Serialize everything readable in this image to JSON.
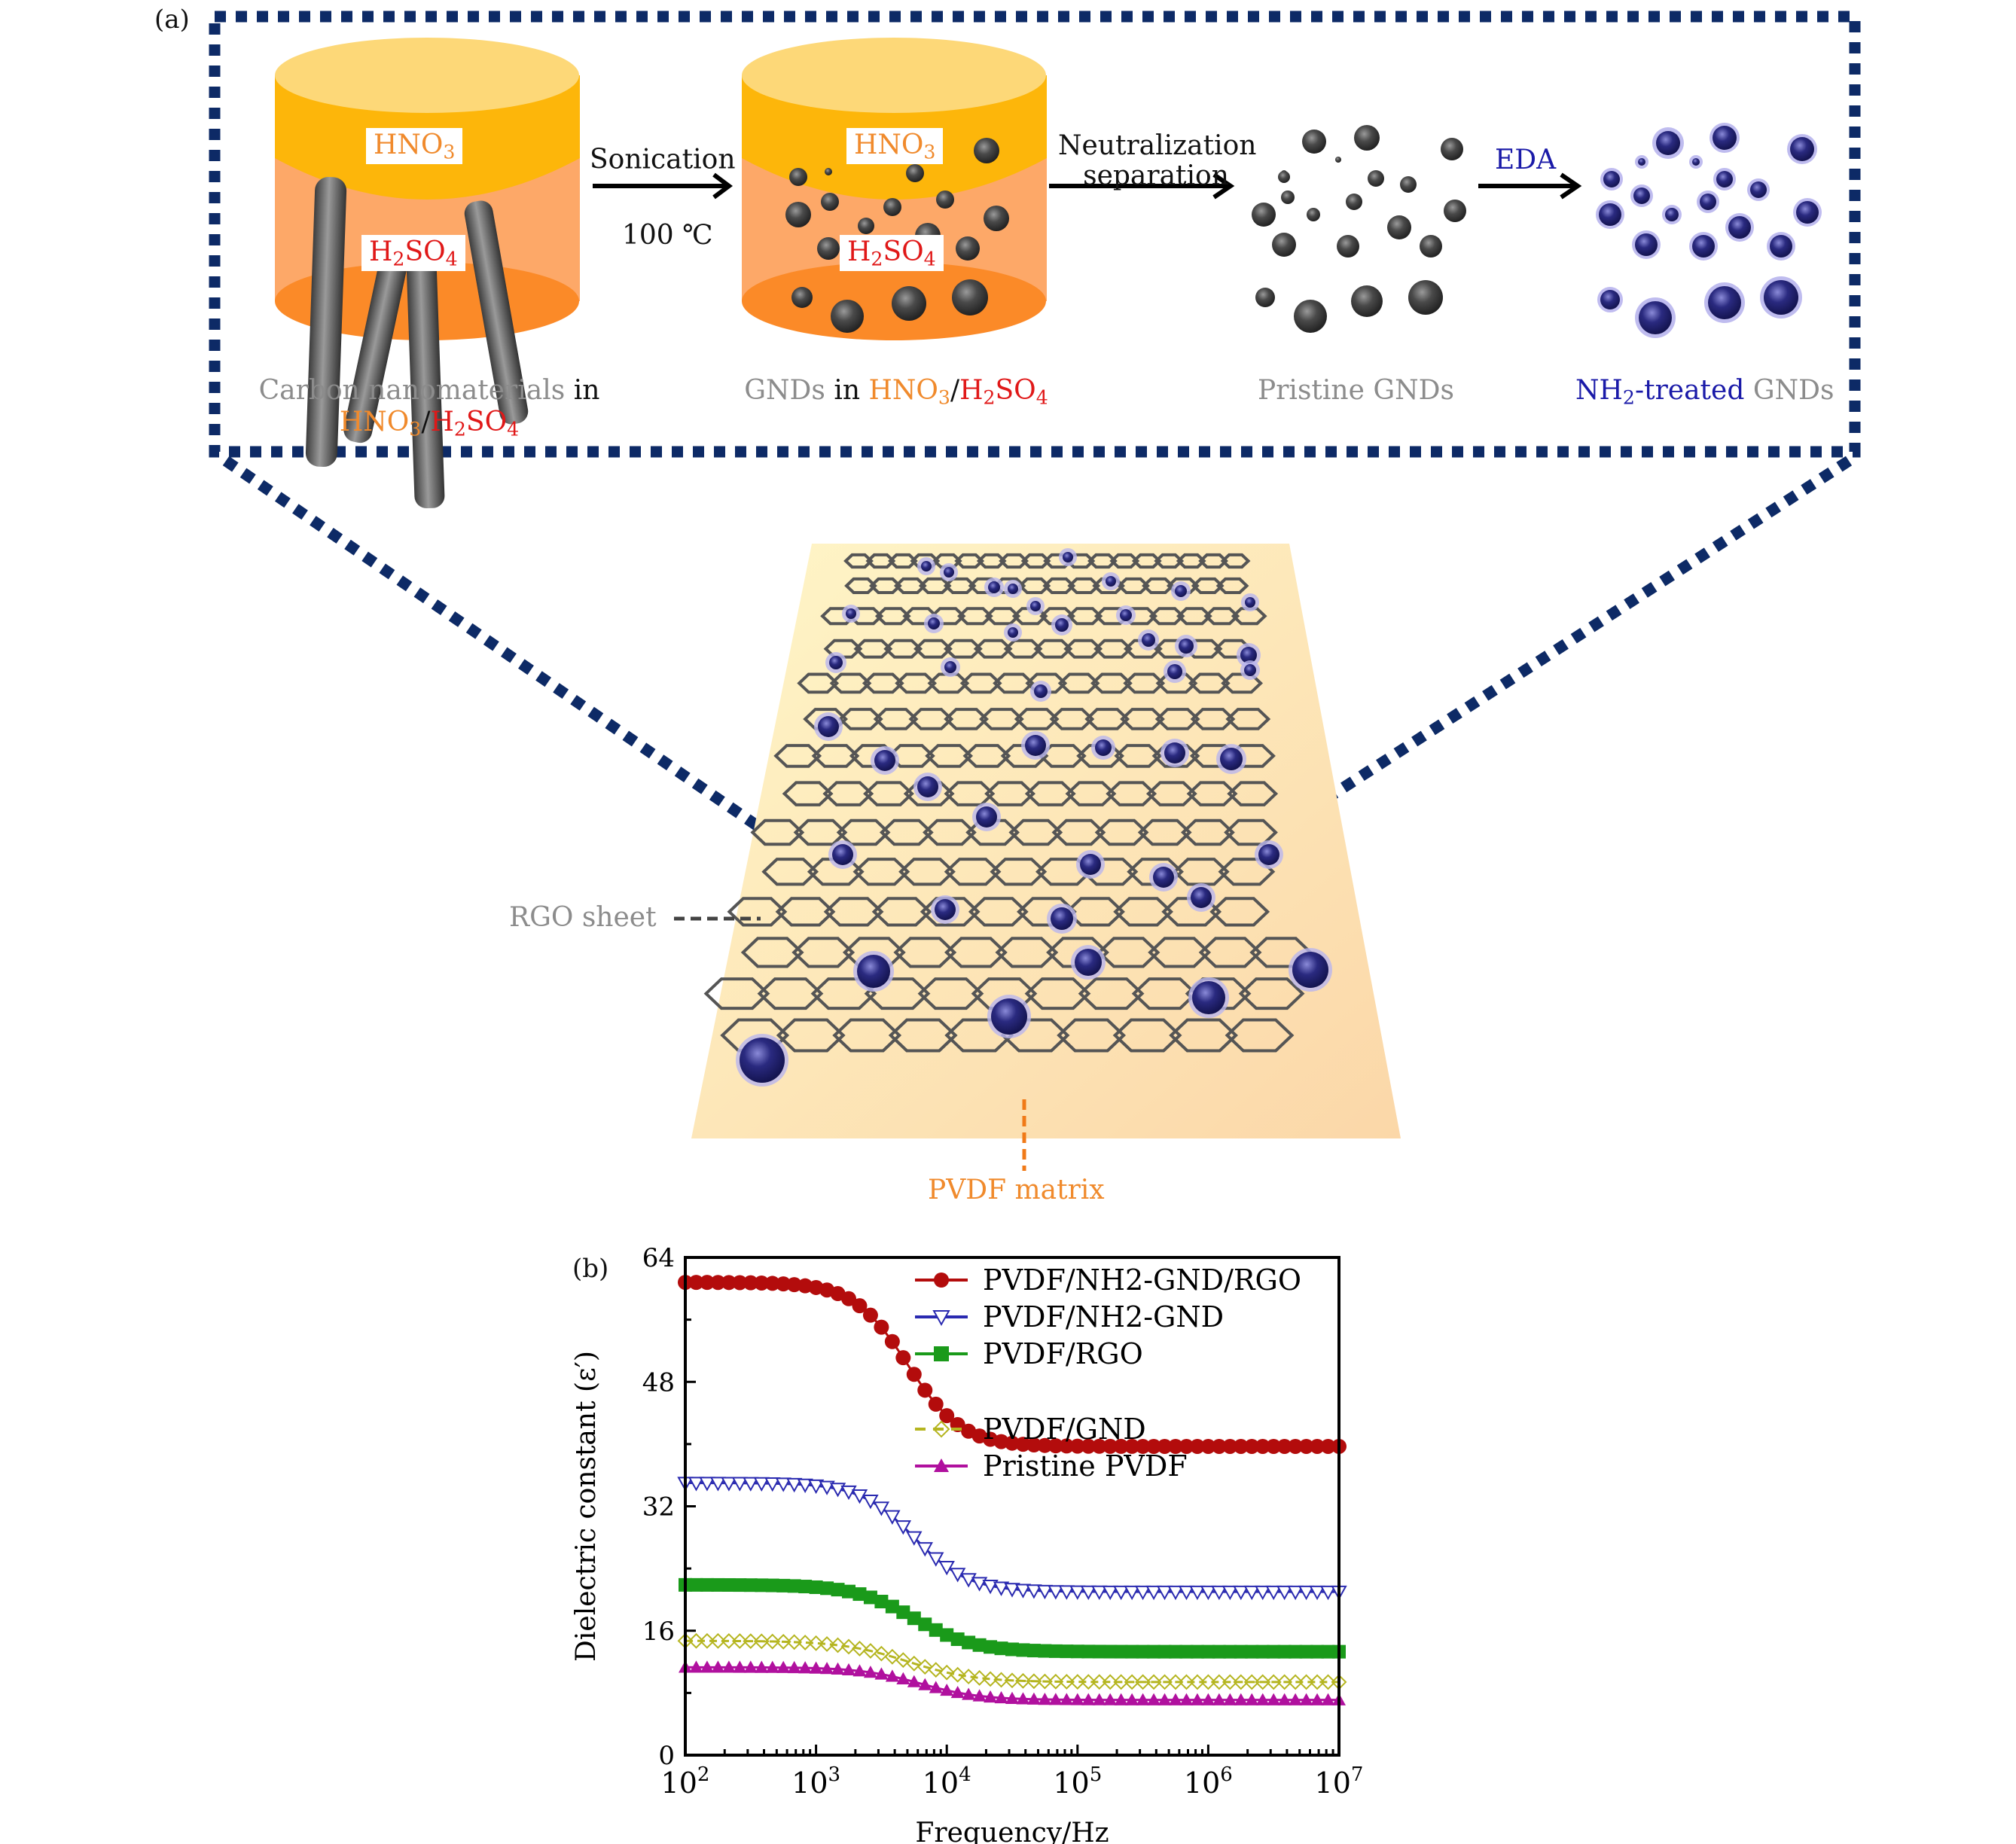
{
  "figure": {
    "panel_a_label": "(a)",
    "panel_b_label": "(b)",
    "colors": {
      "frame_navy": "#0d2a66",
      "orange_text": "#f08a2c",
      "red_text": "#e01818",
      "grey_text": "#8c8c8c",
      "blue_text": "#1a1aa8"
    }
  },
  "process": {
    "step1": {
      "chem_top": {
        "main": "HNO",
        "sub": "3"
      },
      "chem_bottom": {
        "pre": "H",
        "sub": "2",
        "post": "SO",
        "sub2": "4"
      },
      "caption_line1_grey": "Carbon nanomaterials",
      "caption_line1_black": "in",
      "caption_line2_a": "HNO",
      "caption_line2_a_sub": "3",
      "caption_line2_slash": "/",
      "caption_line2_b": "H",
      "caption_line2_b_sub": "2",
      "caption_line2_b_post": "SO",
      "caption_line2_b_sub2": "4"
    },
    "arrow1": {
      "top": "Sonication",
      "bottom": "100 ℃"
    },
    "step2": {
      "chem_top": {
        "main": "HNO",
        "sub": "3"
      },
      "chem_bottom": {
        "pre": "H",
        "sub": "2",
        "post": "SO",
        "sub2": "4"
      },
      "caption_grey": "GNDs",
      "caption_black": "in",
      "caption_a": "HNO",
      "caption_a_sub": "3",
      "caption_slash": "/",
      "caption_b": "H",
      "caption_b_sub": "2",
      "caption_b_post": "SO",
      "caption_b_sub2": "4"
    },
    "arrow2": {
      "line1": "Neutralization",
      "line2": "separation"
    },
    "step3": {
      "caption": "Pristine GNDs"
    },
    "arrow3": {
      "label": "EDA"
    },
    "step4": {
      "caption_blue": "NH",
      "caption_blue_sub": "2",
      "caption_blue_post": "-treated",
      "caption_grey": "GNDs"
    }
  },
  "composite": {
    "rgo_label": "RGO sheet",
    "pvdf_label": "PVDF matrix"
  },
  "chart_data": {
    "type": "scatter",
    "title": "",
    "xlabel": "Frequency/Hz",
    "ylabel": "Dielectric constant (ε′)",
    "xscale": "log",
    "xlim": [
      100,
      10000000
    ],
    "ylim": [
      0,
      64
    ],
    "xticks": [
      {
        "base": "10",
        "exp": "2"
      },
      {
        "base": "10",
        "exp": "3"
      },
      {
        "base": "10",
        "exp": "4"
      },
      {
        "base": "10",
        "exp": "5"
      },
      {
        "base": "10",
        "exp": "6"
      },
      {
        "base": "10",
        "exp": "7"
      }
    ],
    "yticks": [
      "0",
      "16",
      "32",
      "48",
      "64"
    ],
    "legend_position": "top-right",
    "series": [
      {
        "name": "PVDF/NH2-GND/RGO",
        "color": "#b30c0c",
        "marker": "circle-filled",
        "dash": false,
        "low_freq_value": 60.8,
        "high_freq_value": 39.7,
        "transition_log_hz": 3.7,
        "width_decades": 0.45
      },
      {
        "name": "PVDF/NH2-GND",
        "color": "#2a2ab0",
        "marker": "triangle-down-open",
        "dash": false,
        "low_freq_value": 35.0,
        "high_freq_value": 21.0,
        "transition_log_hz": 3.75,
        "width_decades": 0.45
      },
      {
        "name": "PVDF/RGO",
        "color": "#1a9a1a",
        "marker": "square-filled",
        "dash": false,
        "low_freq_value": 21.9,
        "high_freq_value": 13.3,
        "transition_log_hz": 3.75,
        "width_decades": 0.5
      },
      {
        "name": "PVDF/GND",
        "color": "#b5b520",
        "marker": "diamond-open",
        "dash": true,
        "low_freq_value": 14.7,
        "high_freq_value": 9.4,
        "transition_log_hz": 3.7,
        "width_decades": 0.55
      },
      {
        "name": "Pristine PVDF",
        "color": "#b0109e",
        "marker": "triangle-up-filled",
        "dash": false,
        "low_freq_value": 11.3,
        "high_freq_value": 7.1,
        "transition_log_hz": 3.8,
        "width_decades": 0.5
      }
    ]
  }
}
